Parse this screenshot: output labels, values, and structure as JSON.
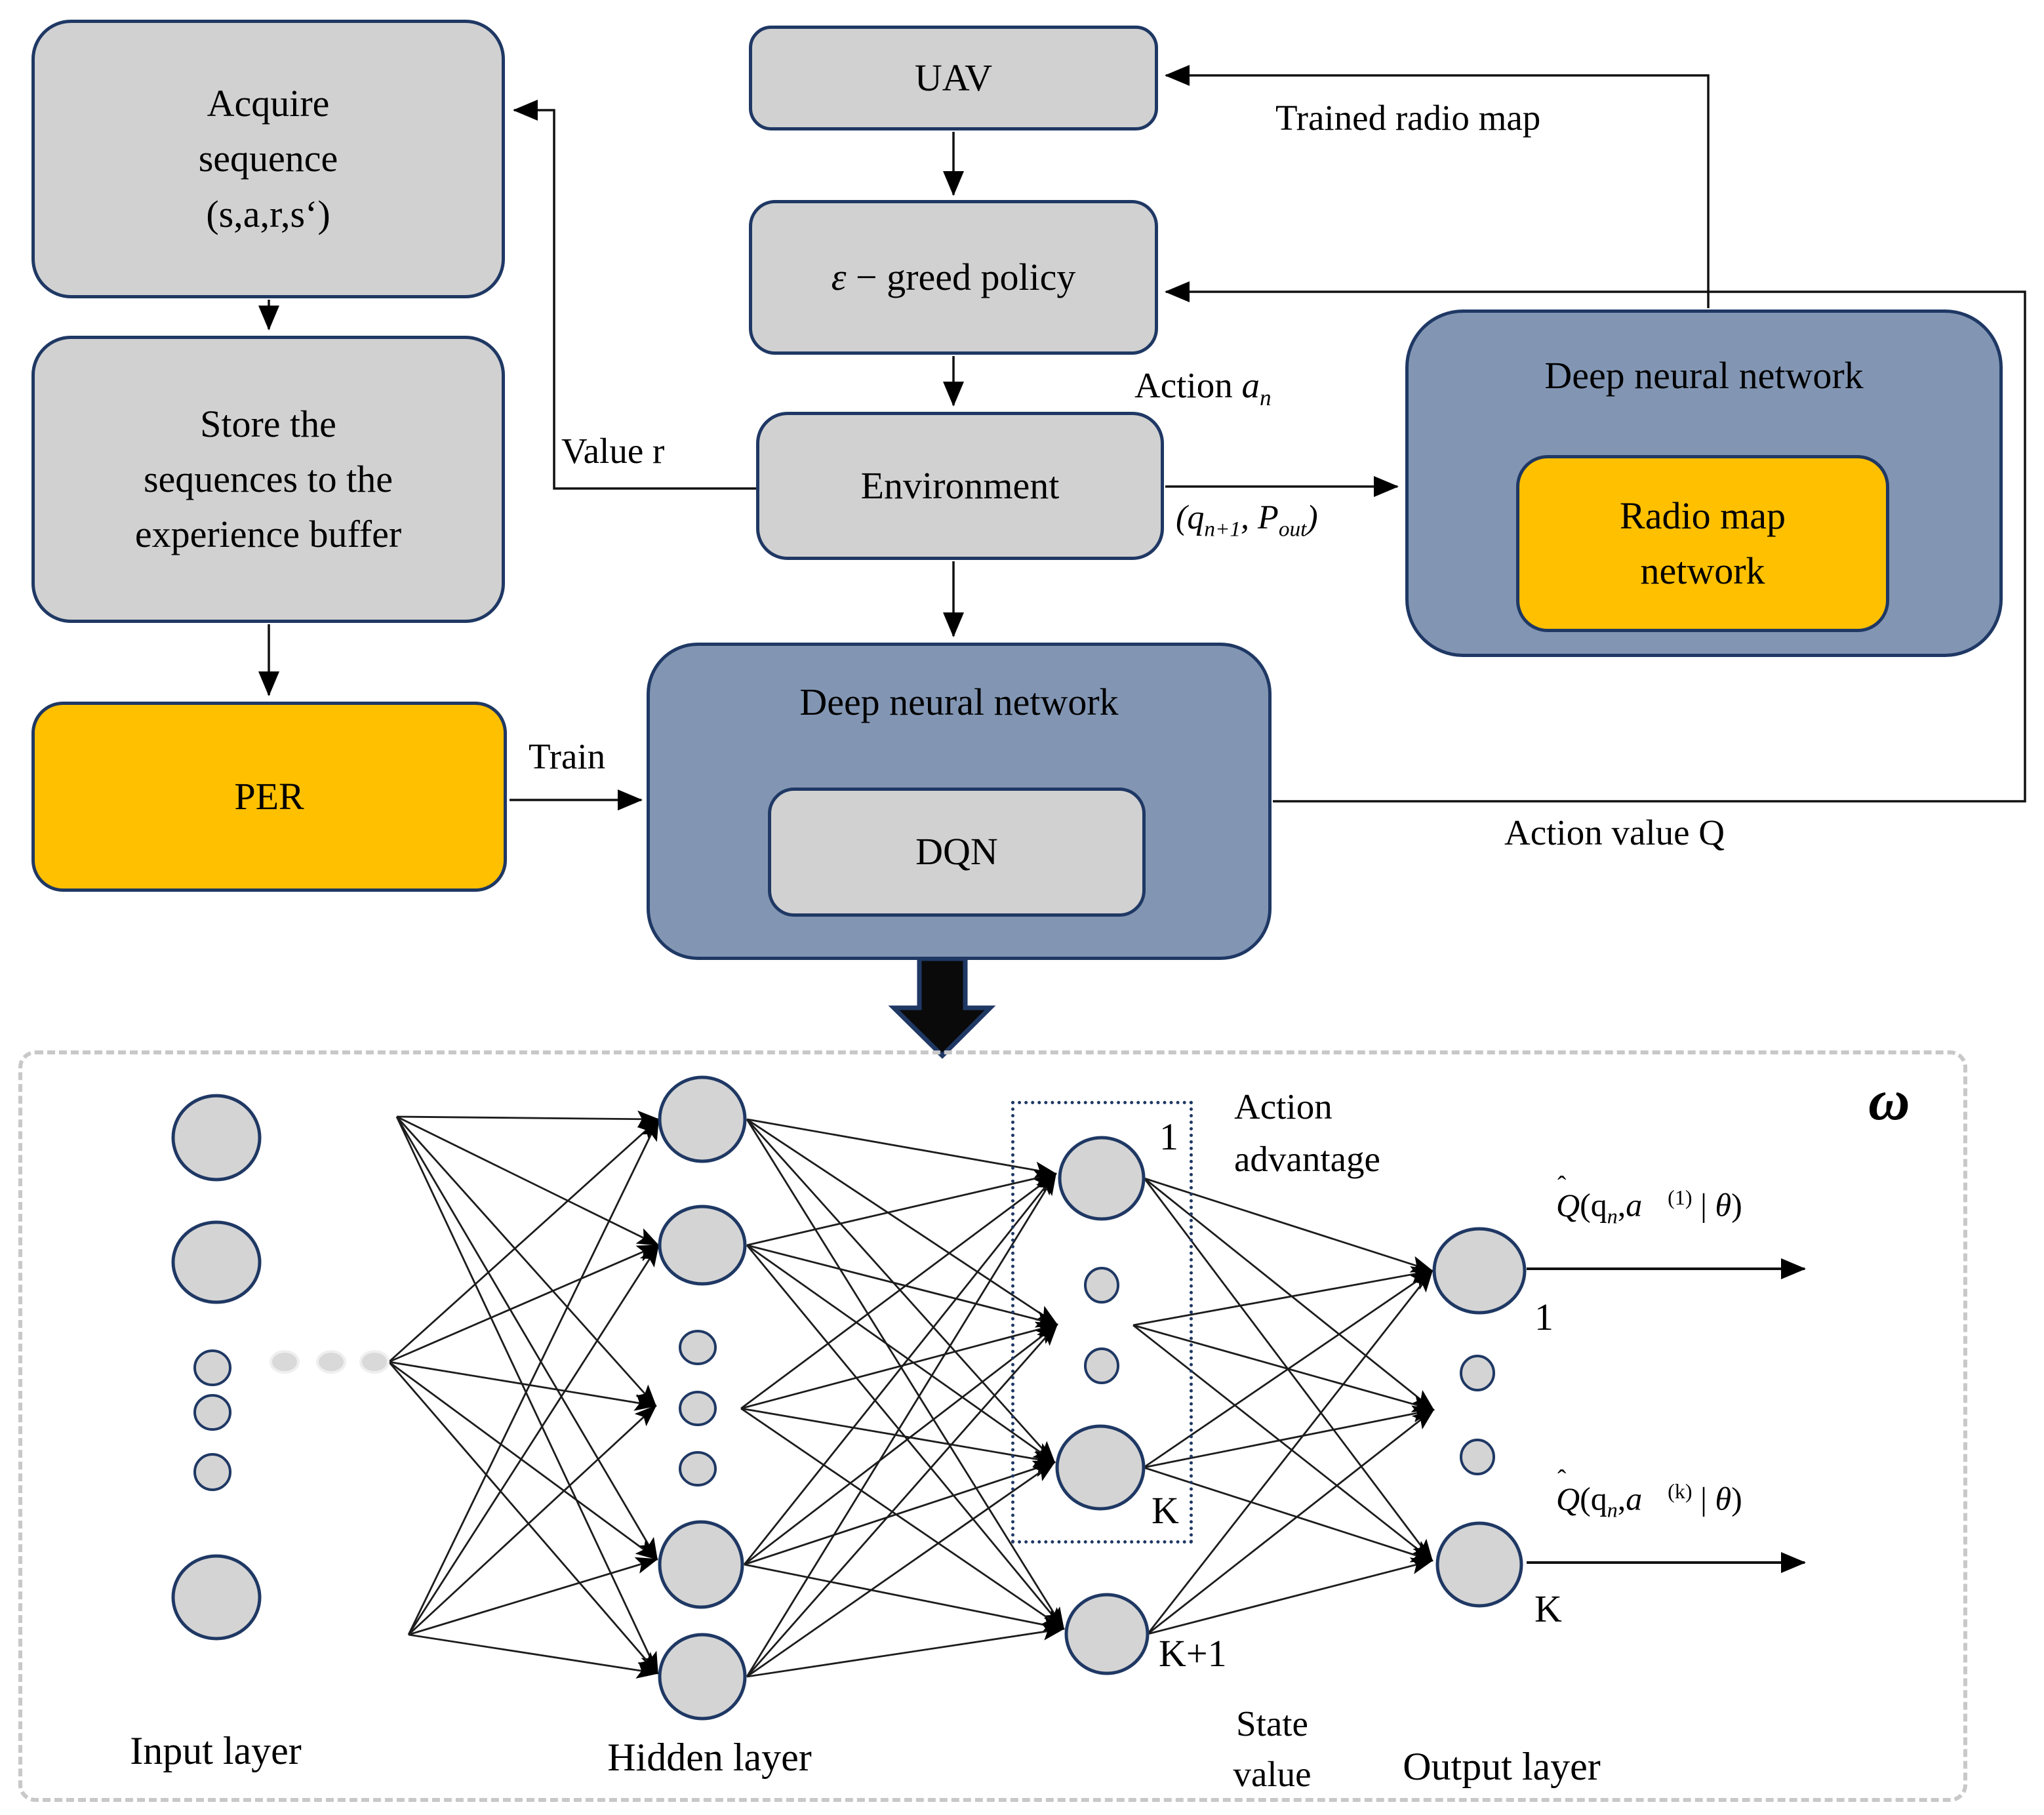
{
  "accent_colors": {
    "navy_border": "#1f3864",
    "gray_fill": "#d1d1d1",
    "blue_fill": "#8296b4",
    "yellow_fill": "#ffc000"
  },
  "flowchart": {
    "boxes": {
      "acquire": {
        "lines": [
          "Acquire",
          "sequence",
          "(s,a,r,s‘)"
        ]
      },
      "store": {
        "lines": [
          "Store the",
          "sequences to the",
          "experience buffer"
        ]
      },
      "per": "PER",
      "uav": "UAV",
      "policy": {
        "epsilon": "ε",
        "dash": " − ",
        "rest": "greed policy"
      },
      "environment": "Environment",
      "dqn": {
        "title": "Deep neural network",
        "inner": "DQN"
      },
      "radio": {
        "title": "Deep neural network",
        "inner_lines": [
          "Radio map",
          "network"
        ]
      }
    },
    "labels": {
      "trained_radio_map": "Trained radio map",
      "action": {
        "pre": "Action ",
        "var": "a",
        "sub": "n"
      },
      "value_r": "Value  r",
      "qpout": {
        "open": "(",
        "q": "q",
        "qsub": "n+1",
        "comma": ", ",
        "p": "P",
        "psub": "out",
        "close": ")"
      },
      "train": "Train",
      "action_value_q": "Action value Q"
    }
  },
  "network": {
    "layer_labels": {
      "input": "Input layer",
      "hidden": "Hidden layer",
      "output": "Output layer"
    },
    "annotations": {
      "action_advantage_lines": [
        "Action",
        "advantage"
      ],
      "state_value_lines": [
        "State",
        "value"
      ],
      "advantage_first": "1",
      "advantage_last": "K",
      "state_node": "K+1",
      "output_first": "1",
      "output_last": "K",
      "omega": "ω"
    },
    "formulas": {
      "f1": {
        "hat": "ˆ",
        "Q": "Q",
        "open": "(",
        "q": "q",
        "qsub": "n",
        "comma": ",",
        "avec": "a⃗",
        "sup": "(1)",
        "bar": " | ",
        "theta": "θ",
        "close": ")"
      },
      "f2": {
        "hat": "ˆ",
        "Q": "Q",
        "open": "(",
        "q": "q",
        "qsub": "n",
        "comma": ",",
        "avec": "a⃗",
        "sup": "(k)",
        "bar": " | ",
        "theta": "θ",
        "close": ")"
      }
    }
  }
}
